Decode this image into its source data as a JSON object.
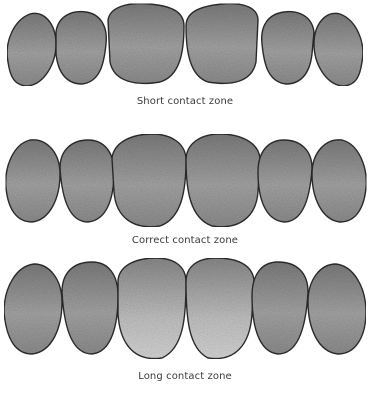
{
  "figure": {
    "panels": [
      {
        "caption": "Short contact zone"
      },
      {
        "caption": "Correct contact zone"
      },
      {
        "caption": "Long contact zone"
      }
    ]
  },
  "colors": {
    "tooth_fill": "#9a9a9a",
    "tooth_shadow": "#585858",
    "tooth_outline": "#2e2e2e",
    "caption_text": "#3a3a3a"
  }
}
